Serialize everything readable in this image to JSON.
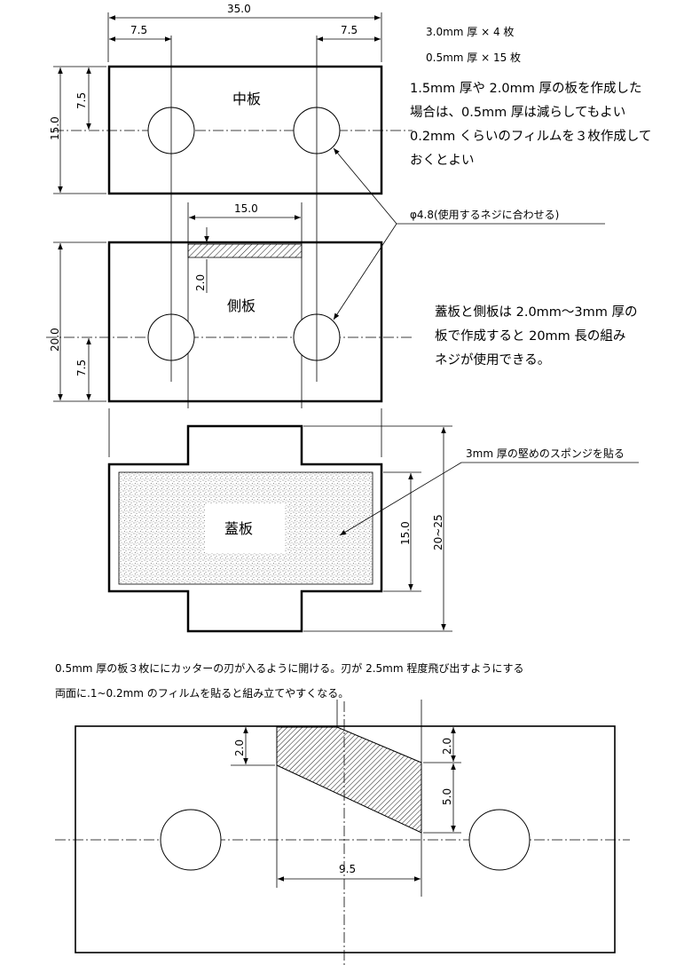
{
  "specs": {
    "line1": "3.0mm 厚 × 4 枚",
    "line2": "0.5mm 厚 × 15 枚"
  },
  "notes": {
    "middle_plate_lines": [
      "1.5mm 厚や 2.0mm 厚の板を作成した",
      "場合は、0.5mm 厚は減らしてもよい",
      "0.2mm くらいのフィルムを３枚作成して",
      "おくとよい"
    ],
    "hole_callout": "φ4.8(使用するネジに合わせる)",
    "side_plate_lines": [
      "蓋板と側板は 2.0mm～3mm 厚の",
      "板で作成すると 20mm 長の組み",
      "ネジが使用できる。"
    ],
    "sponge_callout": "3mm 厚の堅めのスポンジを貼る",
    "cutter_line1": "0.5mm 厚の板３枚ににカッターの刃が入るように開ける。刃が 2.5mm 程度飛び出すようにする",
    "cutter_line2": "両面に.1~0.2mm のフィルムを貼ると組み立てやすくなる。"
  },
  "labels": {
    "middle_plate": "中板",
    "side_plate": "側板",
    "lid_plate": "蓋板"
  },
  "dimensions": {
    "overall_width": "35.0",
    "left_offset": "7.5",
    "right_offset": "7.5",
    "middle_height": "15.0",
    "middle_hole_center": "7.5",
    "slot_width": "15.0",
    "slot_depth": "2.0",
    "side_height": "20.0",
    "side_hole_center": "7.5",
    "lid_inner_height": "15.0",
    "lid_total_height": "20~25",
    "blade_top_left": "2.0",
    "blade_top_right": "2.0",
    "blade_drop": "5.0",
    "blade_width": "9.5"
  }
}
